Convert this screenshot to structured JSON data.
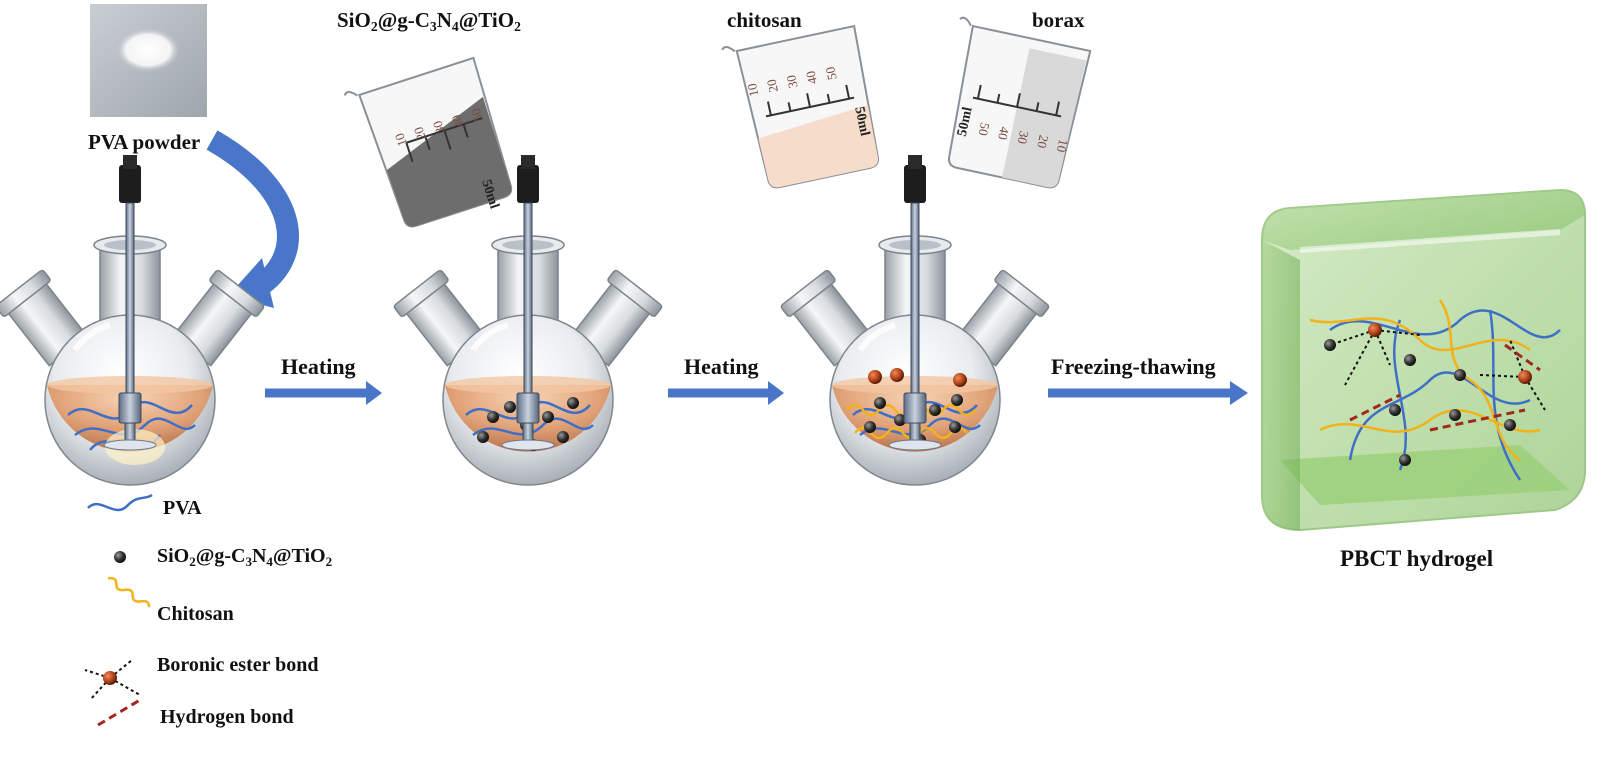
{
  "labels": {
    "pva_powder": "PVA powder",
    "composite": {
      "a": "SiO",
      "s1": "2",
      "b": "@g-C",
      "s2": "3",
      "c": "N",
      "s3": "4",
      "d": "@TiO",
      "s4": "2"
    },
    "chitosan": "chitosan",
    "borax": "borax",
    "heating_1": "Heating",
    "heating_2": "Heating",
    "freezing_thawing": "Freezing-thawing",
    "product": "PBCT hydrogel",
    "beaker_volume": "50ml",
    "beaker_ticks": [
      "10",
      "20",
      "30",
      "40",
      "50"
    ]
  },
  "legend": {
    "pva": "PVA",
    "composite": {
      "a": "SiO",
      "s1": "2",
      "b": "@g-C",
      "s2": "3",
      "c": "N",
      "s3": "4",
      "d": "@TiO",
      "s4": "2"
    },
    "chitosan": "Chitosan",
    "boronic": "Boronic ester bond",
    "hydrogen": "Hydrogen bond"
  },
  "colors": {
    "pva_line": "#3f6fc7",
    "chitosan_line": "#f2b21a",
    "arrow": "#4a76c9",
    "particle": "#3a3a3a",
    "boronic_particle": "#b5451b",
    "hydrogen_bond": "#a3281a",
    "hydrogel": "#a9d48c",
    "solution": "#e8a77a"
  }
}
